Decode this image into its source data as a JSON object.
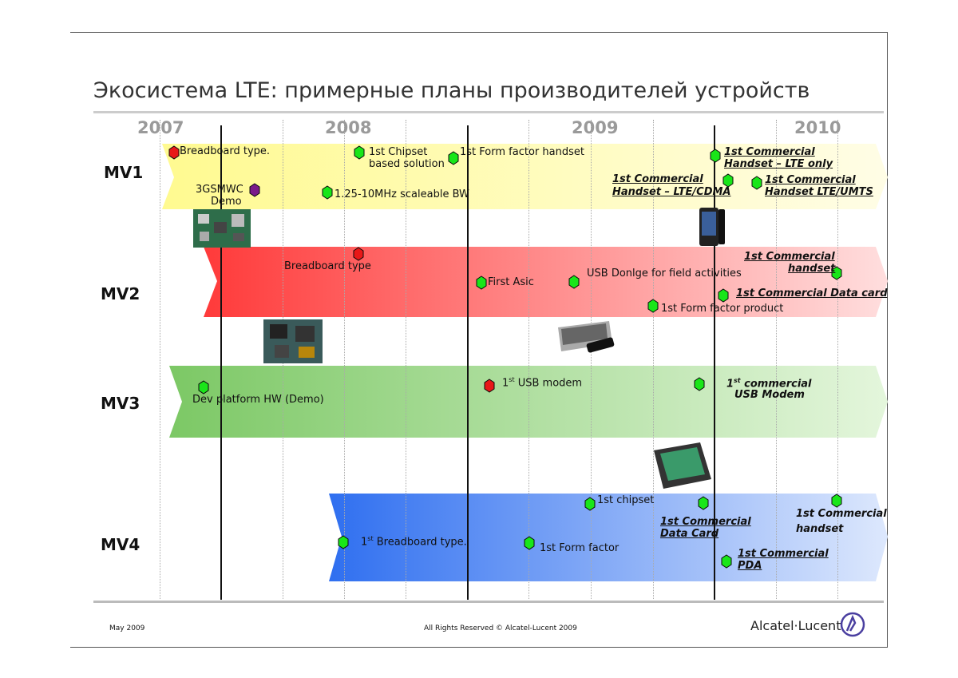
{
  "title": "Экосистема LTE: примерные планы производителей устройств",
  "years": [
    "2007",
    "2008",
    "2009",
    "2010"
  ],
  "rows": [
    "MV1",
    "MV2",
    "MV3",
    "MV4"
  ],
  "colors": {
    "mv1": "#fffcb0",
    "mv2": "#ff5a5a",
    "mv3": "#8fd27a",
    "mv4": "#4f86f0",
    "milestone_green": "#19e619",
    "milestone_red": "#e81818",
    "milestone_purple": "#7a1a8a"
  },
  "mv1": {
    "breadboard": "Breadboard type.",
    "chipset_1": "1st Chipset",
    "chipset_2": "based solution",
    "form_factor": "1st Form factor handset",
    "lte_only_1": "1st Commercial",
    "lte_only_2": "Handset – LTE only",
    "gsm_1": "3GSMWC",
    "gsm_2": "Demo",
    "scaleable": "1.25-10MHz scaleable BW",
    "cdma_1": "1st Commercial",
    "cdma_2": "Handset – LTE/CDMA",
    "umts_1": "1st Commercial",
    "umts_2": "Handset LTE/UMTS"
  },
  "mv2": {
    "breadboard": "Breadboard type",
    "first_asic": "First Asic",
    "usb_dongle": "USB Donlge for field activities",
    "handset_1": "1st Commercial",
    "handset_2": "handset",
    "data_card": "1st Commercial  Data card",
    "form_factor": "1st Form factor product"
  },
  "mv3": {
    "dev_platform": "Dev platform HW (Demo)",
    "usb_modem_a": "1",
    "usb_modem_sup": "st",
    "usb_modem_b": " USB modem",
    "commercial_a": "1",
    "commercial_sup": "st",
    "commercial_b": " commercial",
    "commercial_2": "USB Modem"
  },
  "mv4": {
    "chipset": "1st chipset",
    "breadboard_a": "1",
    "breadboard_sup": "st",
    "breadboard_b": " Breadboard type.",
    "form_factor": "1st Form factor",
    "data_card_1": "1st Commercial",
    "data_card_2": "Data Card",
    "handset_1": "1st Commercial",
    "handset_2": "handset",
    "pda_1": "1st Commercial",
    "pda_2": "PDA"
  },
  "footer": {
    "date": "May 2009",
    "rights": "All Rights Reserved © Alcatel-Lucent 2009",
    "brand": "Alcatel·Lucent"
  },
  "icons": [
    "milestone-hexagon-icon",
    "alcatel-lucent-logo-icon"
  ]
}
